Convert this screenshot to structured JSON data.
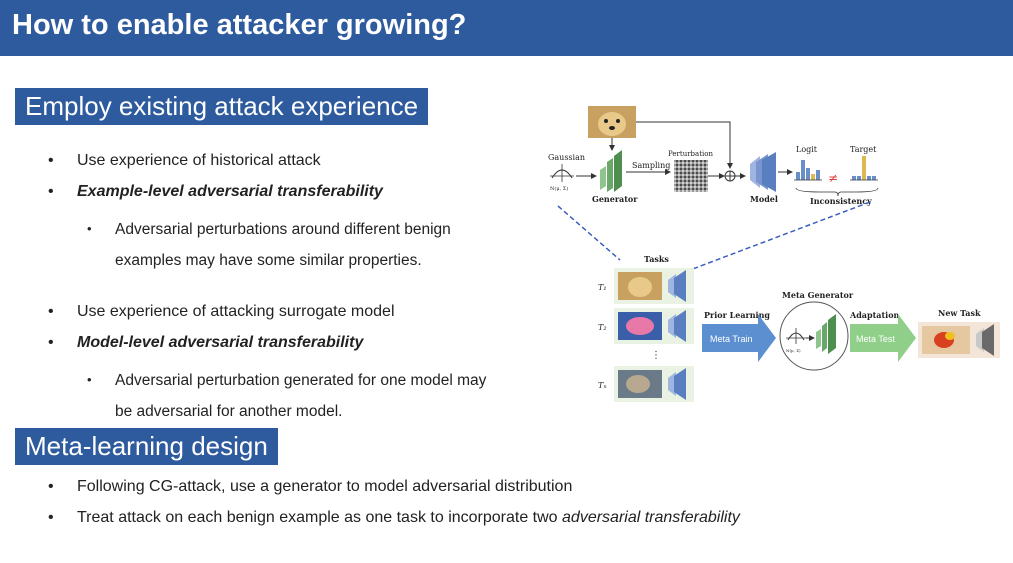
{
  "slide": {
    "title": "How to enable attacker growing?",
    "section1": {
      "heading": "Employ existing attack experience",
      "items": [
        {
          "text": "Use experience of historical attack"
        },
        {
          "text": "Example-level adversarial transferability"
        },
        {
          "line1": "Adversarial perturbations around different benign",
          "line2": "examples may have some similar properties."
        },
        {
          "text": "Use experience of attacking surrogate model"
        },
        {
          "text": "Model-level adversarial transferability"
        },
        {
          "line1": "Adversarial perturbation generated for one model may",
          "line2": "be adversarial for another model."
        }
      ]
    },
    "section2": {
      "heading": "Meta-learning design",
      "items": [
        {
          "text": "Following CG-attack, use a generator to model adversarial distribution"
        },
        {
          "prefix": "Treat attack on each benign example as one task to incorporate two ",
          "italic": "adversarial transferability"
        }
      ]
    }
  },
  "diagram": {
    "gaussian": "Gaussian",
    "gaussian_formula": "N(μ, Σ)",
    "generator": "Generator",
    "sampling": "Sampling",
    "perturbation": "Perturbation",
    "model": "Model",
    "logit": "Logit",
    "target": "Target",
    "inconsistency": "Inconsistency",
    "not_equal": "≠",
    "tasks": "Tasks",
    "task_labels": [
      "T₁",
      "T₂",
      "Tₙ"
    ],
    "ellipsis": "⋮",
    "prior_learning": "Prior Learning",
    "meta_train": "Meta Train",
    "meta_generator": "Meta Generator",
    "adaptation": "Adaptation",
    "meta_test": "Meta Test",
    "new_task": "New Task",
    "plus": "⊕"
  },
  "colors": {
    "title_bar": "#2e5a9e",
    "section_box": "#2e5a9e",
    "meta_train_arrow": "#5b8fd0",
    "meta_test_arrow": "#8fcf8a",
    "generator_green": "#6aa86a",
    "model_blue": "#5a7fc0",
    "dashed_link": "#3a5fc0"
  }
}
